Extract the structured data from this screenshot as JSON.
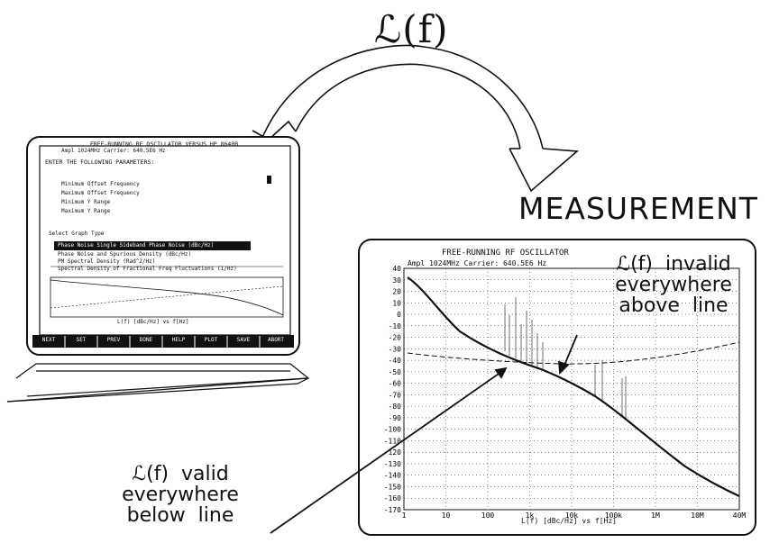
{
  "top_label": "ℒ(f)",
  "result_title": "MEASUREMENT   RESULT",
  "annotation_invalid": "ℒ(f)  invalid\neverywhere\nabove  line",
  "annotation_valid": "ℒ(f)  valid\neverywhere\nbelow  line",
  "monitor": {
    "title": "FREE-RUNNING RF OSCILLATOR VERSUS HP 8640B",
    "header_line": "Ampl 1024MHz   Carrier: 640.5E6 Hz",
    "prompt": "ENTER THE FOLLOWING PARAMETERS:",
    "params": [
      "Minimum Offset Frequency",
      "Maximum Offset Frequency",
      "Minimum Y Range",
      "Maximum Y Range"
    ],
    "graph_type_label": "Select Graph Type",
    "graph_options": [
      "Phase Noise Single Sideband Phase Noise (dBc/Hz)",
      "Phase Noise and Spurious Density (dBc/Hz)",
      "PM Spectral Density (Rad^2/Hz)",
      "Spectral Density of Fractional Freq Fluctuations (1/Hz)"
    ],
    "footer_label": "L(f)  [dBc/Hz]  vs  f[Hz]",
    "softkeys": [
      "NEXT",
      "SET",
      "PREV",
      "DONE",
      "HELP",
      "PLOT",
      "SAVE",
      "ABORT"
    ]
  },
  "chart": {
    "title": "FREE-RUNNING RF OSCILLATOR",
    "subtitle": "Ampl 1024MHz   Carrier: 640.5E6 Hz",
    "x_label": "L(f)  [dBc/Hz]  vs  f[Hz]",
    "y_ticks": [
      "40",
      "30",
      "20",
      "10",
      "0",
      "-10",
      "-20",
      "-30",
      "-40",
      "-50",
      "-60",
      "-70",
      "-80",
      "-90",
      "-100",
      "-110",
      "-120",
      "-130",
      "-140",
      "-150",
      "-160",
      "-170"
    ],
    "x_ticks": [
      "1",
      "10",
      "100",
      "1k",
      "10k",
      "100k",
      "1M",
      "10M",
      "40M"
    ]
  },
  "colors": {
    "ink": "#111111",
    "paper": "#ffffff",
    "dark_bar": "#111111"
  }
}
